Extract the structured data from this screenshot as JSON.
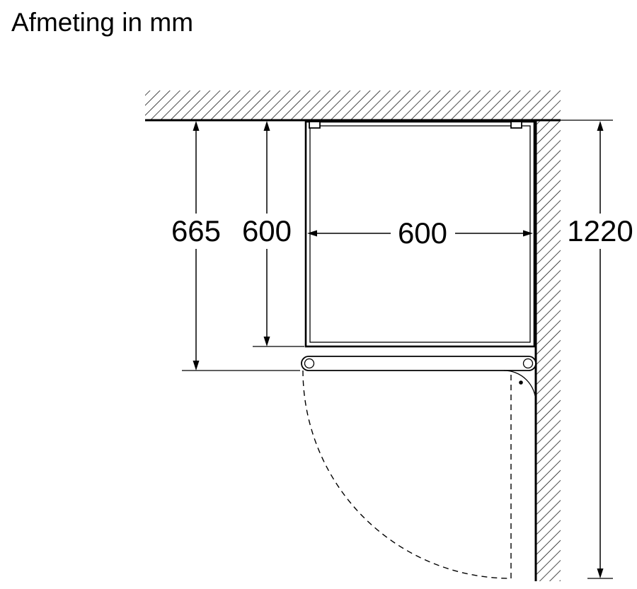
{
  "title": "Afmeting in mm",
  "unit": "mm",
  "dimensions": {
    "depth_with_door": "665",
    "depth_body": "600",
    "width": "600",
    "wall_clearance": "1220"
  },
  "colors": {
    "line": "#000000",
    "background": "#ffffff"
  }
}
